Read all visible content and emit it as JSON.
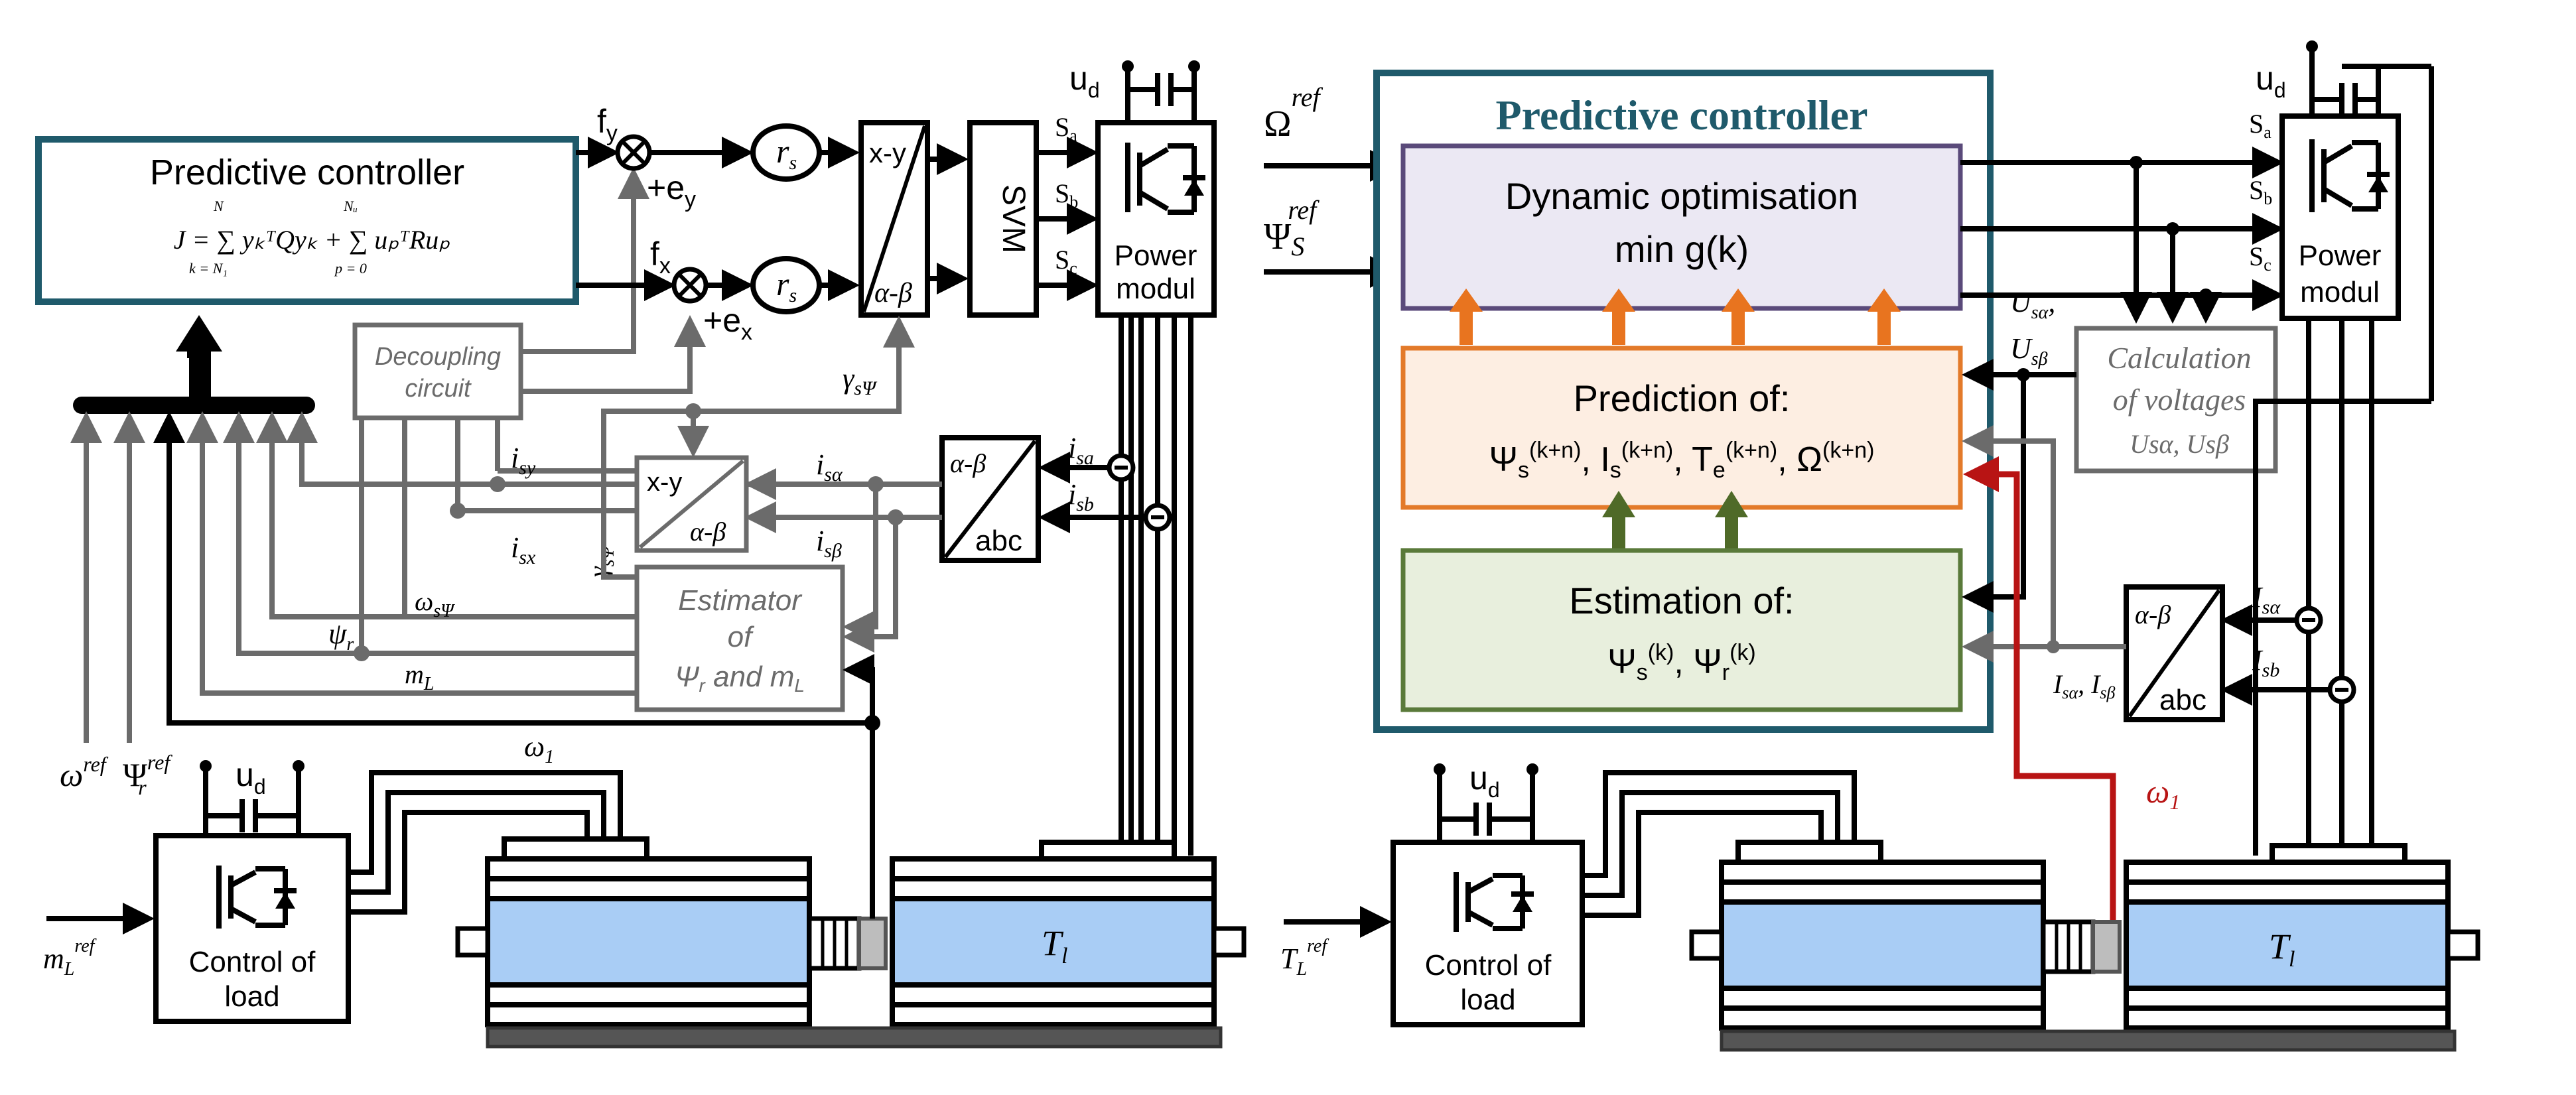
{
  "colors": {
    "controller_border": "#1f5a6b",
    "controller_title": "#1f5a6b",
    "optimisation_fill": "#ebe8f3",
    "optimisation_border": "#5a4a7a",
    "prediction_fill": "#fdeee2",
    "prediction_border": "#e37a2a",
    "estimation_fill": "#e8efdd",
    "estimation_border": "#5a7a3a",
    "orange_arrow": "#e8741f",
    "green_arrow": "#4f6a28",
    "motor_fill": "#a9cdf5",
    "speed_path": "#b81414",
    "grey_path": "#6b6b6b"
  },
  "left": {
    "controller_title": "Predictive controller",
    "controller_formula": "J = ∑ yₖᵀQyₖ + ∑ uₚᵀRuₚ",
    "formula_sum1_top": "N",
    "formula_sum1_bottom": "k = N₁",
    "formula_sum2_top": "Nᵤ",
    "formula_sum2_bottom": "p = 0",
    "fy": "f",
    "fy_sub": "y",
    "fx": "f",
    "fx_sub": "x",
    "ey": "+e",
    "ey_sub": "y",
    "ex": "+e",
    "ex_sub": "x",
    "rs": "r",
    "rs_sub": "s",
    "xy_top": "x-y",
    "xy_bottom": "α-β",
    "svm": "SVM",
    "ud": "u",
    "ud_sub": "d",
    "sa": "S",
    "sa_sub": "a",
    "sb": "S",
    "sb_sub": "b",
    "sc": "S",
    "sc_sub": "c",
    "power_modul": [
      "Power",
      "modul"
    ],
    "decoupling": [
      "Decoupling",
      "circuit"
    ],
    "gamma_s_psi": "γ",
    "gamma_sub": "sΨ",
    "ab_abc_top": "α-β",
    "ab_abc_bottom": "abc",
    "isa": "i",
    "isa_sub": "sa",
    "isb": "i",
    "isb_sub": "sb",
    "isy": "i",
    "isy_sub": "sy",
    "isx": "i",
    "isx_sub": "sx",
    "isalpha": "i",
    "isalpha_sub": "sα",
    "isbeta": "i",
    "isbeta_sub": "sβ",
    "xy2_top": "x-y",
    "xy2_bottom": "α-β",
    "omega_s_psi": "ω",
    "omega_s_psi_sub": "sΨ",
    "estimator": [
      "Estimator",
      "of",
      "Ψ",
      "and m"
    ],
    "psi_r": "ψ",
    "psi_r_sub": "r",
    "m_l": "m",
    "m_l_sub": "L",
    "omega_ref": "ω",
    "omega_ref_sup": "ref",
    "psi_ref": "Ψ",
    "psi_ref_sup": "ref",
    "psi_ref_sub": "r",
    "omega1": "ω",
    "omega1_sub": "1",
    "ml_ref": "m",
    "ml_ref_sub": "L",
    "ml_ref_sup": "ref",
    "control_load": [
      "Control of",
      "load"
    ],
    "tl": "T",
    "tl_sub": "l"
  },
  "right": {
    "omega_ref": "Ω",
    "omega_ref_sup": "ref",
    "psi_ref": "Ψ",
    "psi_ref_sup": "ref",
    "psi_ref_sub": "S",
    "controller_title": "Predictive controller",
    "optimisation": [
      "Dynamic optimisation",
      "min g(k)"
    ],
    "prediction_title": "Prediction of:",
    "prediction_vars": "Ψs(k+n), Is(k+n), Te(k+n), Ω(k+n)",
    "estimation_title": "Estimation of:",
    "estimation_vars": "Ψs(k), Ψr(k)",
    "u_salpha": "U",
    "u_salpha_sub": "sα",
    "u_sbeta": "U",
    "u_sbeta_sub": "sβ",
    "calc_voltages": [
      "Calculation",
      "of voltages",
      "Usα, Usβ"
    ],
    "ud": "u",
    "ud_sub": "d",
    "sa": "S",
    "sa_sub": "a",
    "sb": "S",
    "sb_sub": "b",
    "sc": "S",
    "sc_sub": "c",
    "power_modul": [
      "Power",
      "modul"
    ],
    "ab_abc_top": "α-β",
    "ab_abc_bottom": "abc",
    "i_salpha": "I",
    "i_salpha_sub": "sα",
    "i_sb": "I",
    "i_sb_sub": "sb",
    "i_pair": "Isα, Isβ",
    "omega1": "ω",
    "omega1_sub": "1",
    "tl_ref": "T",
    "tl_ref_sub": "L",
    "tl_ref_sup": "ref",
    "ud2": "u",
    "ud2_sub": "d",
    "control_load": [
      "Control of",
      "load"
    ],
    "tl": "T",
    "tl_sub": "l"
  }
}
